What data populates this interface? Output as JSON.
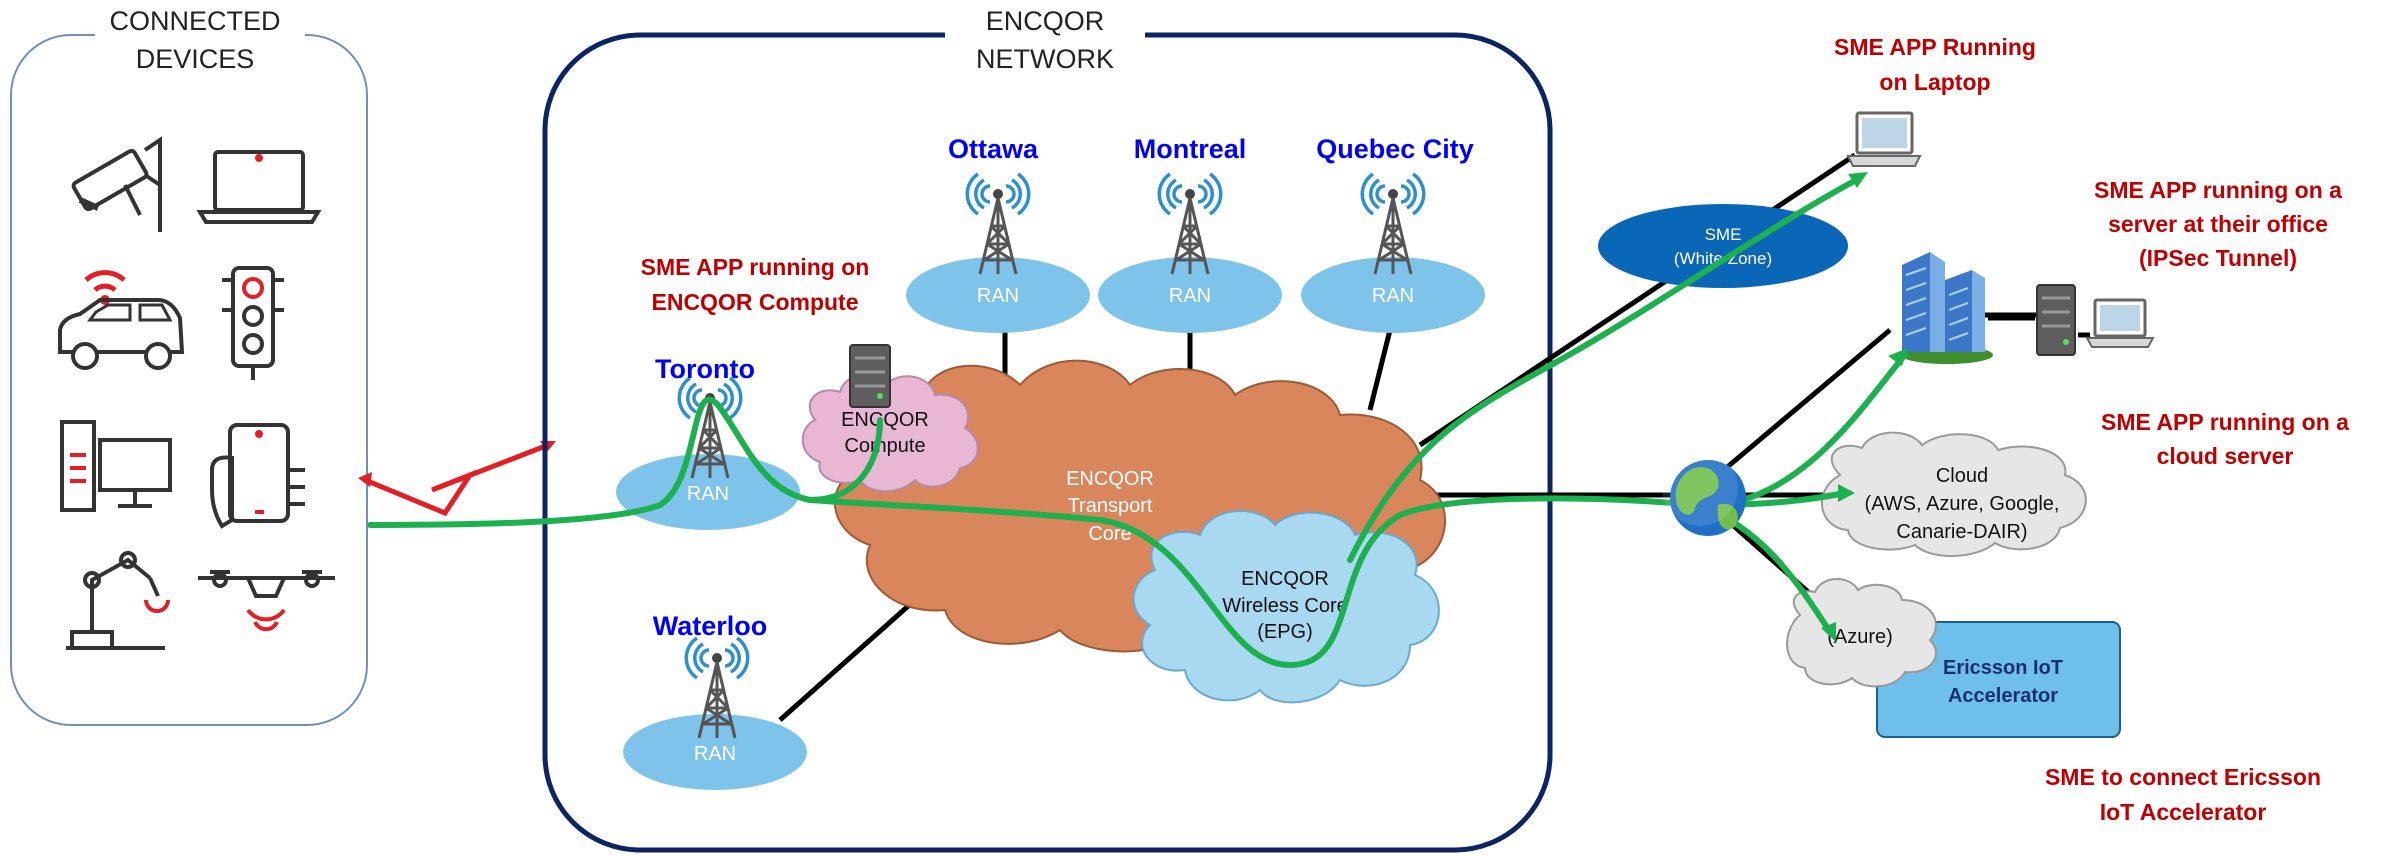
{
  "connected_devices": {
    "title_line1": "CONNECTED",
    "title_line2": "DEVICES"
  },
  "network": {
    "title_line1": "ENCQOR",
    "title_line2": "NETWORK"
  },
  "cities": {
    "ottawa": "Ottawa",
    "montreal": "Montreal",
    "quebec": "Quebec City",
    "toronto": "Toronto",
    "waterloo": "Waterloo"
  },
  "ran_label": "RAN",
  "compute": {
    "line1": "ENCQOR",
    "line2": "Compute"
  },
  "transport": {
    "line1": "ENCQOR",
    "line2": "Transport",
    "line3": "Core"
  },
  "wireless": {
    "line1": "ENCQOR",
    "line2": "Wireless Core",
    "line3": "(EPG)"
  },
  "sme_zone": {
    "line1": "SME",
    "line2": "(White Zone)"
  },
  "cloud": {
    "line1": "Cloud",
    "line2": "(AWS, Azure, Google,",
    "line3": "Canarie-DAIR)"
  },
  "azure": "(Azure)",
  "ericsson": {
    "line1": "Ericsson IoT",
    "line2": "Accelerator"
  },
  "annotations": {
    "sme_compute_1": "SME APP running on",
    "sme_compute_2": "ENCQOR  Compute",
    "laptop_1": "SME APP Running",
    "laptop_2": "on Laptop",
    "office_1": "SME APP running on a",
    "office_2": "server at their office",
    "office_3": "(IPSec Tunnel)",
    "cloud_1": "SME APP running on a",
    "cloud_2": "cloud server",
    "ericsson_1": "SME to connect Ericsson",
    "ericsson_2": "IoT Accelerator"
  },
  "icons": [
    "security-camera-icon",
    "laptop-icon",
    "connected-car-icon",
    "traffic-light-icon",
    "desktop-computer-icon",
    "smartphone-icon",
    "robot-arm-icon",
    "drone-icon",
    "cell-tower-icon",
    "server-icon",
    "globe-icon",
    "office-building-icon",
    "lightning-link-icon"
  ],
  "colors": {
    "flow_green": "#1db04f",
    "link_red": "#e31e24",
    "frame_navy": "#0d2463",
    "ran_blue": "#7ec4ea",
    "transport_orange": "#d9865c",
    "wireless_blue": "#a9d8f1",
    "compute_pink": "#e8b7d4",
    "sme_zone_blue": "#0a66b7",
    "ericsson_blue": "#6ec0ea",
    "annotation_red": "#c00000",
    "city_blue": "#0000ff"
  }
}
